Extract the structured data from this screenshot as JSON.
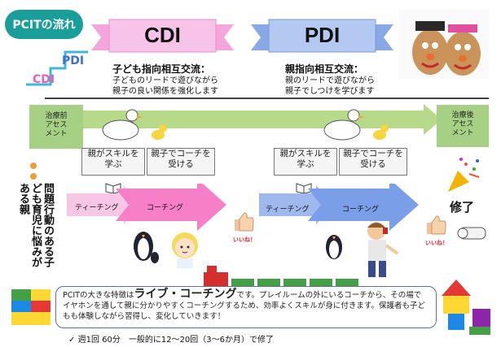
{
  "header": {
    "pill_title": "PCITの流れ",
    "stair_pdi": "PDI",
    "stair_cdi": "CDI"
  },
  "cdi": {
    "label": "CDI",
    "caption_title": "子ども指向相互交流：",
    "caption_line1": "子どものリードで遊びながら",
    "caption_line2": "親子の良い関係を強化します"
  },
  "pdi": {
    "label": "PDI",
    "caption_title": "親指向相互交流：",
    "caption_line1": "親のリードで遊びながら",
    "caption_line2": "親子でしつけを学びます"
  },
  "assessment": {
    "before": [
      "治療前",
      "アセス",
      "メント"
    ],
    "after": [
      "治療後",
      "アセス",
      "メント"
    ]
  },
  "side_text": "問題行動のある子ども育児に悩みがある親",
  "phase1": {
    "callout_left": [
      "親がスキルを",
      "学ぶ"
    ],
    "callout_right": [
      "親子でコーチを",
      "受ける"
    ],
    "teaching": "ティーチング",
    "coaching": "コーチング",
    "iine": "いいね！"
  },
  "phase2": {
    "callout_left": [
      "親がスキルを",
      "学ぶ"
    ],
    "callout_right": [
      "親子でコーチを",
      "受ける"
    ],
    "teaching": "ティーチング",
    "coaching": "コーチング",
    "iine": "いいね！"
  },
  "finish": "修了",
  "bottom": {
    "intro": "PCITの大きな特徴は",
    "highlight": "ライブ・コーチング",
    "rest_line1": "です。プレイルームの外にいるコーチから、その場で",
    "line2": "イヤホンを通して親に分かりやすくコーチングするため、効率よくスキルが身に付きます。保護者も子ど",
    "line3": "もも体験しながら習得し、変化していきます！"
  },
  "footer": "週1回 60分　一般的に12〜20回（3〜6か月）で修了",
  "colors": {
    "teal": "#1a9e9a",
    "pink": "#f4a6dc",
    "blue": "#a9c2f0",
    "green": "#a6d083",
    "arrow_pink": "#f26fc0",
    "arrow_blue": "#6f93e0"
  }
}
